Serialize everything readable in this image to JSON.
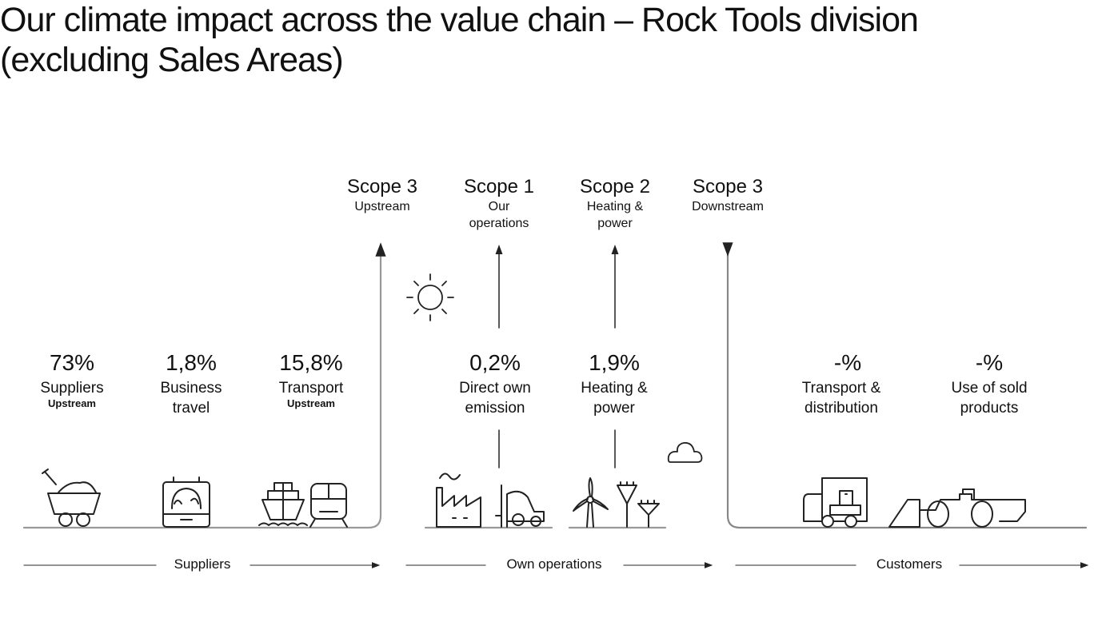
{
  "title": {
    "line1": "Our climate impact across the value chain – Rock Tools division",
    "line2": "(excluding Sales Areas)"
  },
  "scopes": [
    {
      "heading": "Scope 3",
      "sub": "Upstream"
    },
    {
      "heading": "Scope 1",
      "sub": "Our operations"
    },
    {
      "heading": "Scope 2",
      "sub": "Heating & power"
    },
    {
      "heading": "Scope 3",
      "sub": "Downstream"
    }
  ],
  "metrics": [
    {
      "value": "73%",
      "label": "Suppliers",
      "sub": "Upstream",
      "icon": "mine-cart-icon"
    },
    {
      "value": "1,8%",
      "label": "Business travel",
      "icon": "suitcase-globe-icon"
    },
    {
      "value": "15,8%",
      "label": "Transport",
      "sub": "Upstream",
      "icon": "ship-train-icon"
    },
    {
      "value": "0,2%",
      "label": "Direct own emission",
      "icon": "factory-forklift-icon"
    },
    {
      "value": "1,9%",
      "label": "Heating & power",
      "icon": "wind-turbine-power-line-icon"
    },
    {
      "value": "-%",
      "label": "Transport & distribution",
      "icon": "truck-icon"
    },
    {
      "value": "-%",
      "label": "Use of sold products",
      "icon": "loader-icon"
    }
  ],
  "axis": {
    "suppliers": "Suppliers",
    "own_operations": "Own operations",
    "customers": "Customers"
  }
}
